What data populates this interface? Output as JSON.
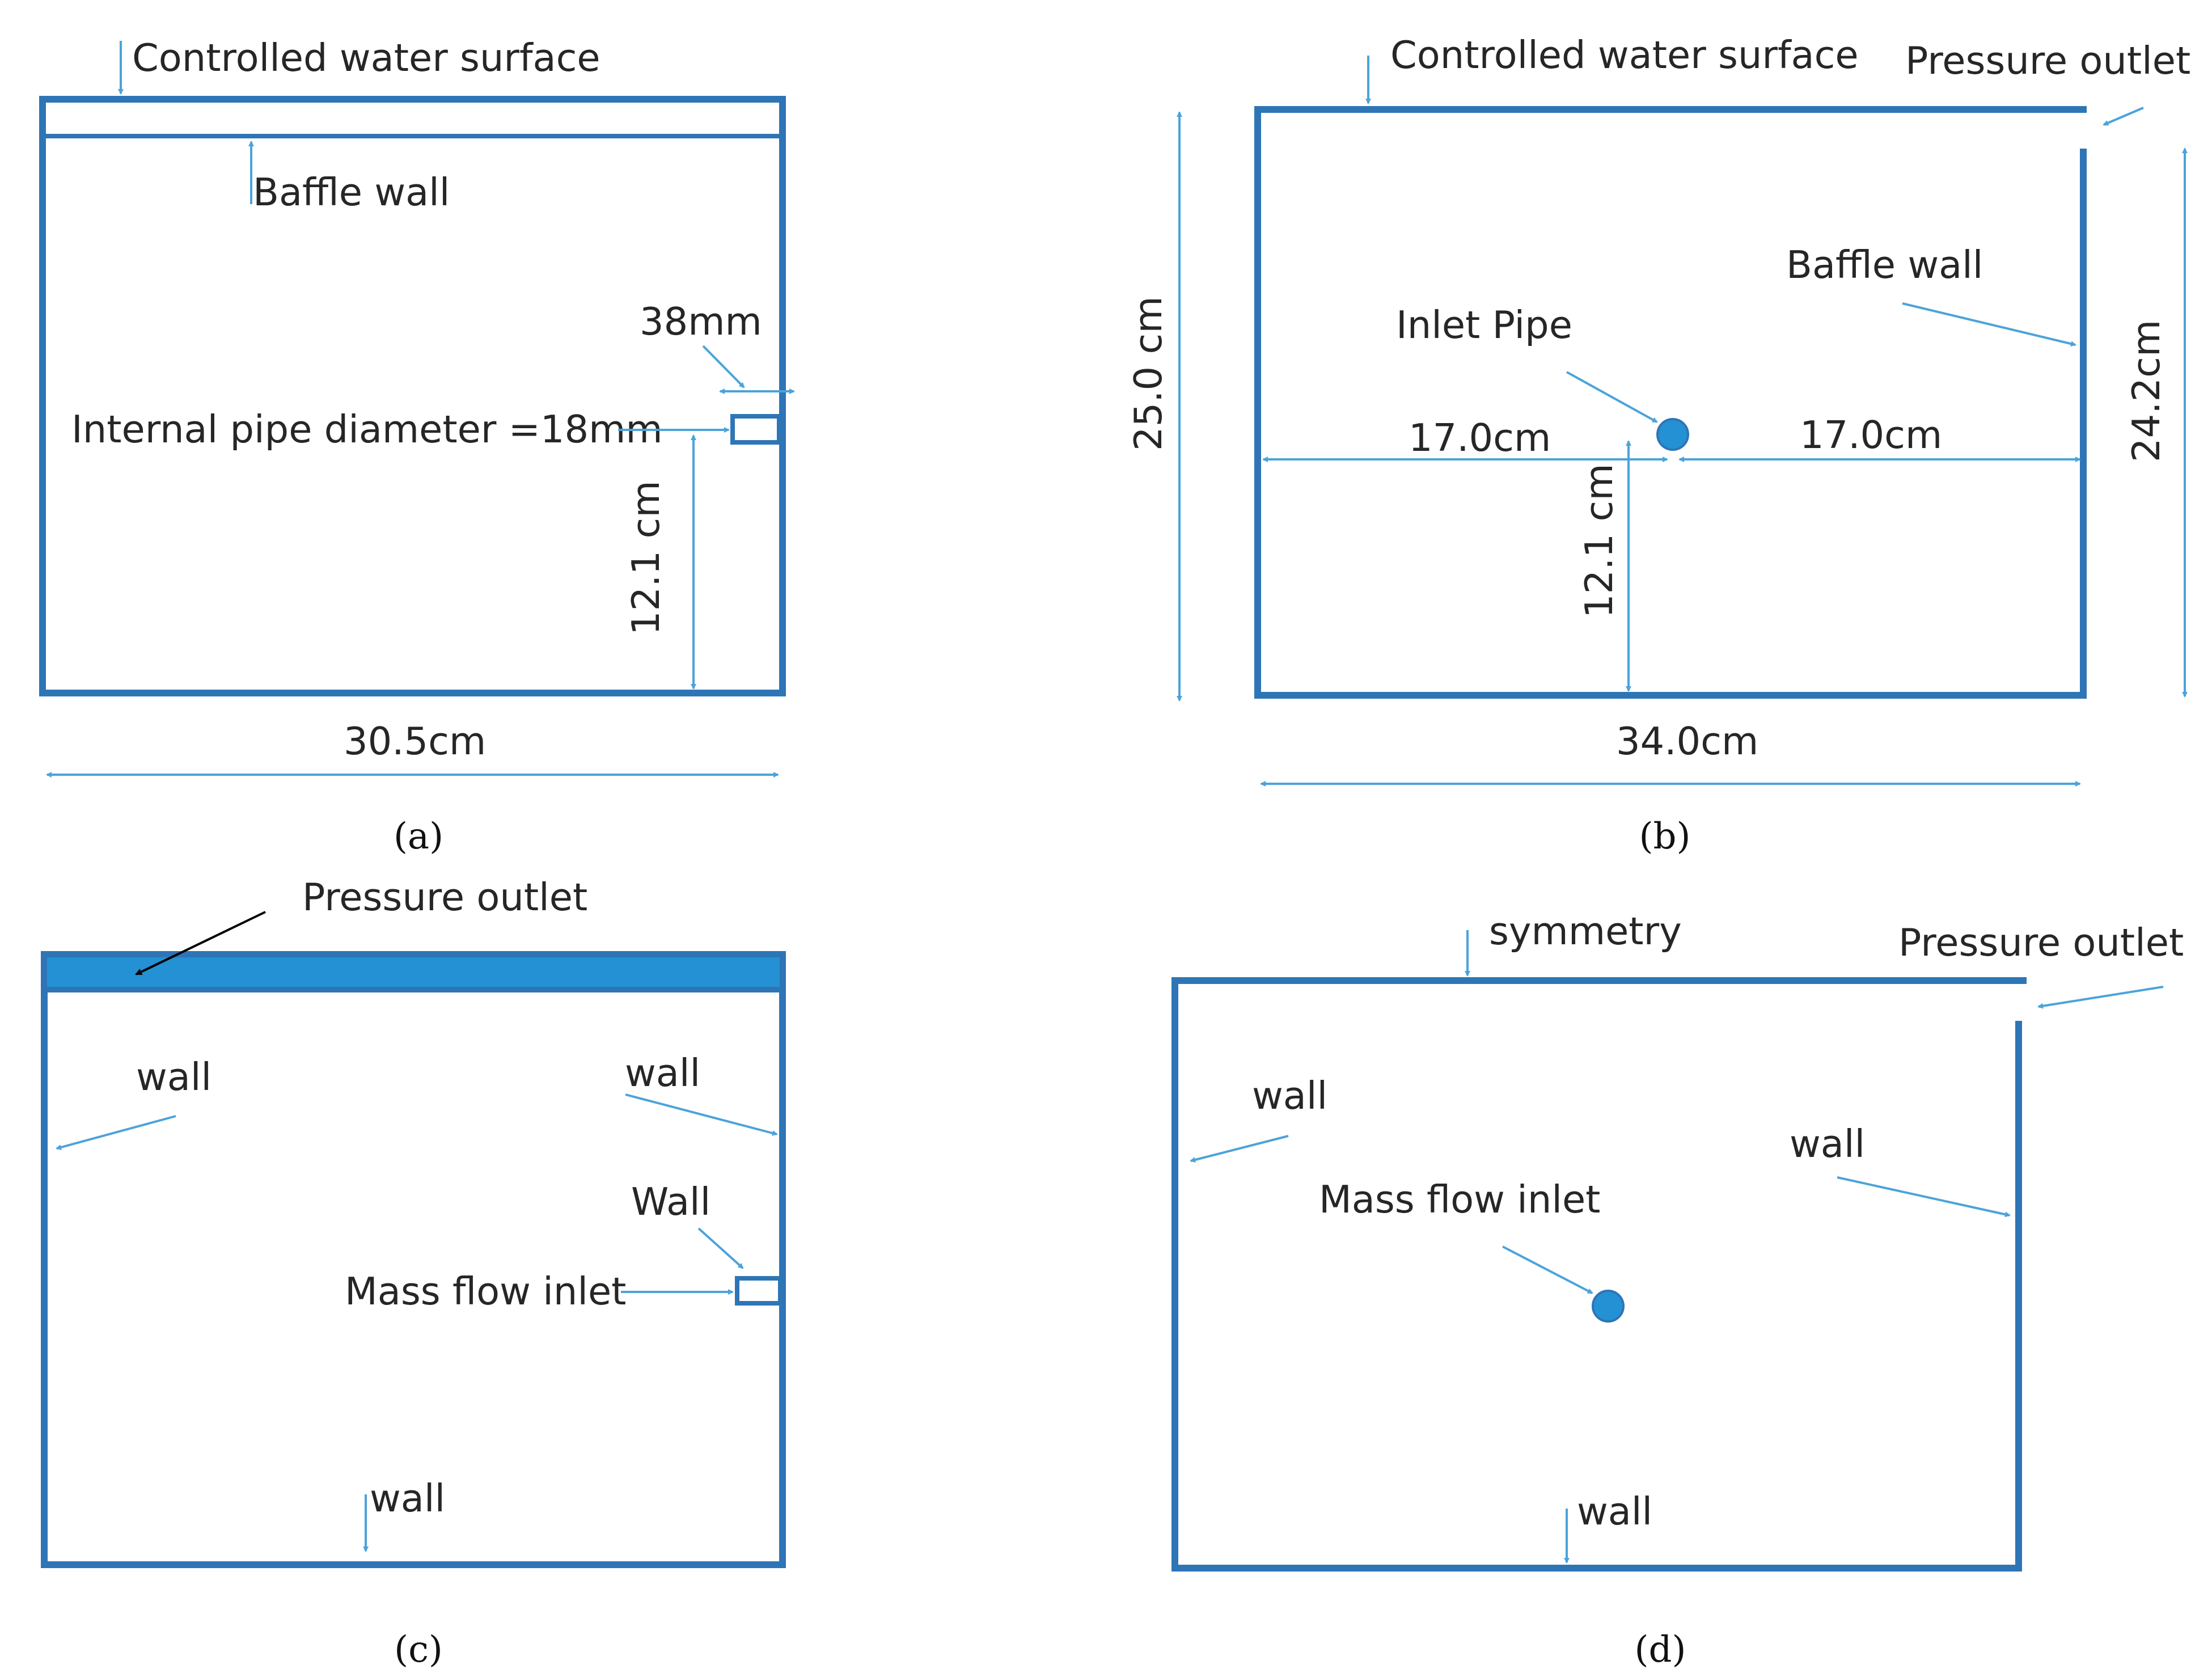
{
  "colors": {
    "line": "#2E75B6",
    "arrow": "#4BA3DA",
    "fill": "#2391D3",
    "text": "#262626",
    "black_arrow": "#000000"
  },
  "panel_a": {
    "caption_open": "(",
    "caption_letter": "a",
    "caption_close": ")",
    "controlled_water_surface": "Controlled water surface",
    "baffle_wall": "Baffle wall",
    "pipe_length": "38mm",
    "internal_pipe_diameter": "Internal pipe diameter =18mm",
    "pipe_height": "12.1 cm",
    "width": "30.5cm"
  },
  "panel_b": {
    "caption_open": "(",
    "caption_letter": "b",
    "caption_close": ")",
    "controlled_water_surface": "Controlled water surface",
    "pressure_outlet": "Pressure outlet",
    "baffle_wall": "Baffle wall",
    "inlet_pipe": "Inlet Pipe",
    "left_distance": "17.0cm",
    "right_distance": "17.0cm",
    "pipe_height": "12.1 cm",
    "total_height": "25.0 cm",
    "baffle_height": "24.2cm",
    "width": "34.0cm"
  },
  "panel_c": {
    "caption_open": "(",
    "caption_letter": "c",
    "caption_close": ")",
    "pressure_outlet": "Pressure outlet",
    "wall_left": "wall",
    "wall_right": "wall",
    "wall_pipe": "Wall",
    "mass_flow_inlet": "Mass flow inlet",
    "wall_bottom": "wall"
  },
  "panel_d": {
    "caption_open": "(",
    "caption_letter": "d",
    "caption_close": ")",
    "symmetry": "symmetry",
    "pressure_outlet": "Pressure outlet",
    "wall_left": "wall",
    "wall_right": "wall",
    "mass_flow_inlet": "Mass flow inlet",
    "wall_bottom": "wall"
  }
}
